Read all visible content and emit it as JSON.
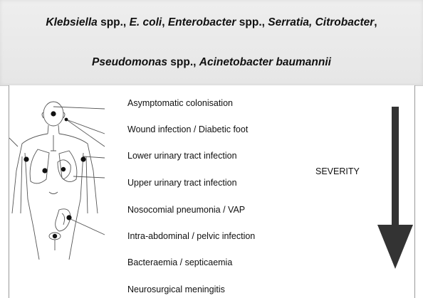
{
  "header": {
    "line1": [
      {
        "text": "Klebsiella",
        "italic": true
      },
      {
        "text": " spp., ",
        "italic": false
      },
      {
        "text": "E. coli",
        "italic": true
      },
      {
        "text": ", ",
        "italic": false
      },
      {
        "text": "Enterobacter",
        "italic": true
      },
      {
        "text": " spp., ",
        "italic": false
      },
      {
        "text": "Serratia, Citrobacter",
        "italic": true
      },
      {
        "text": ",",
        "italic": false
      }
    ],
    "line2": [
      {
        "text": "Pseudomonas",
        "italic": true
      },
      {
        "text": " spp., ",
        "italic": false
      },
      {
        "text": "Acinetobacter baumannii",
        "italic": true
      }
    ]
  },
  "infections": [
    "Asymptomatic colonisation",
    "Wound infection / Diabetic foot",
    "Lower urinary tract infection",
    "Upper urinary tract infection",
    "Nosocomial pneumonia / VAP",
    "Intra-abdominal / pelvic infection",
    "Bacteraemia / septicaemia",
    "Neurosurgical meningitis"
  ],
  "severity_label": "SEVERITY",
  "colors": {
    "arrow": "#333333",
    "header_bg": "#eeeeee",
    "line": "#444444"
  }
}
